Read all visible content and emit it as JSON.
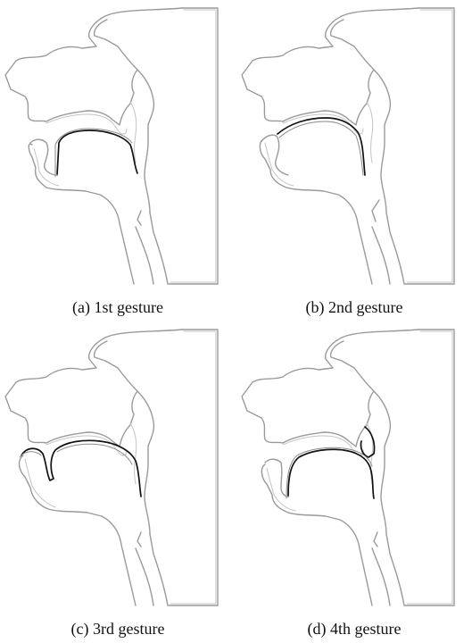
{
  "figure": {
    "panels": [
      {
        "id": "a",
        "caption": "(a) 1st gesture"
      },
      {
        "id": "b",
        "caption": "(b) 2nd gesture"
      },
      {
        "id": "c",
        "caption": "(c) 3rd gesture"
      },
      {
        "id": "d",
        "caption": "(d) 4th gesture"
      }
    ]
  },
  "colors": {
    "outline": "#9a9a9a",
    "gesture": "#111111",
    "background": "#ffffff"
  }
}
